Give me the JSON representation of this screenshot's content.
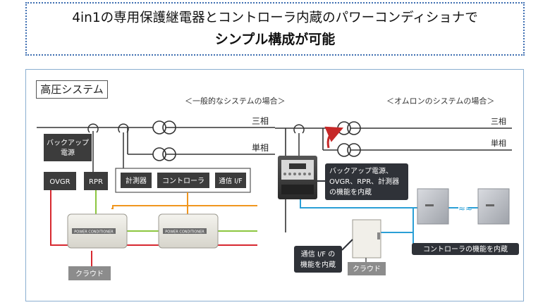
{
  "headline": {
    "line1": "4in1の専用保護継電器とコントローラ内蔵のパワーコンディショナで",
    "line2": "シンプル構成が可能"
  },
  "panel": {
    "title": "高圧システム"
  },
  "left": {
    "caption": "＜一般的なシステムの場合＞",
    "line_labels": [
      "三相",
      "単相"
    ],
    "backup_label": [
      "バックアップ",
      "電源"
    ],
    "ovgr": "OVGR",
    "rpr": "RPR",
    "meter": "計測器",
    "controller": "コントローラ",
    "comm": "通信 I/F",
    "pcs_label": "POWER CONDITIONER",
    "cloud": "クラウド"
  },
  "right": {
    "caption": "＜オムロンのシステムの場合＞",
    "line_labels": [
      "三相",
      "単相"
    ],
    "callout_relay": [
      "バックアップ電源、",
      "OVGR、RPR、計測器",
      "の機能を内蔵"
    ],
    "callout_comm": [
      "通信 I/F の",
      "機能を内蔵"
    ],
    "callout_ctrl": "コントローラの機能を内蔵",
    "cloud": "クラウド"
  },
  "colors": {
    "headline_border": "#3f6fb2",
    "panel_border": "#8aaed0",
    "line_orange": "#f0961e",
    "line_green": "#8cc63f",
    "line_red": "#d7282f",
    "line_blue": "#2a9fd6",
    "box_dark": "#3c3c3c",
    "callout_dark": "#2f3238"
  }
}
